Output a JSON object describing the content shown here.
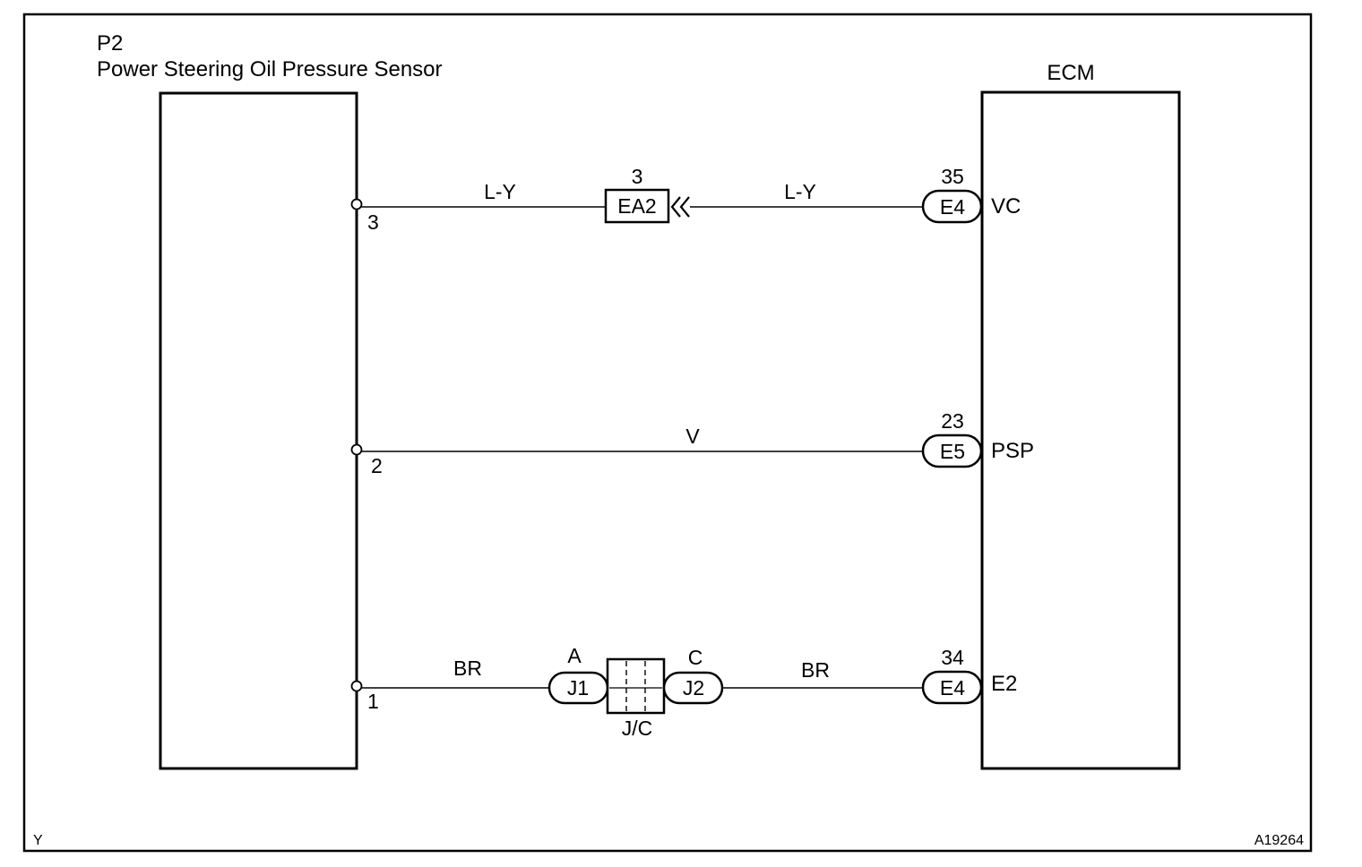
{
  "sensor": {
    "code": "P2",
    "name": "Power Steering Oil Pressure Sensor",
    "pins": [
      "3",
      "2",
      "1"
    ]
  },
  "ecm": {
    "title": "ECM",
    "terminals": [
      {
        "pin": "35",
        "connector": "E4",
        "signal": "VC"
      },
      {
        "pin": "23",
        "connector": "E5",
        "signal": "PSP"
      },
      {
        "pin": "34",
        "connector": "E4",
        "signal": "E2"
      }
    ]
  },
  "wires": {
    "vc_left": "L-Y",
    "vc_right": "L-Y",
    "psp": "V",
    "e2_left": "BR",
    "e2_right": "BR"
  },
  "inline_connector": {
    "pin": "3",
    "code": "EA2"
  },
  "junction": {
    "left_pin": "A",
    "left_code": "J1",
    "right_pin": "C",
    "right_code": "J2",
    "name": "J/C"
  },
  "footer": {
    "left": "Y",
    "right": "A19264"
  }
}
